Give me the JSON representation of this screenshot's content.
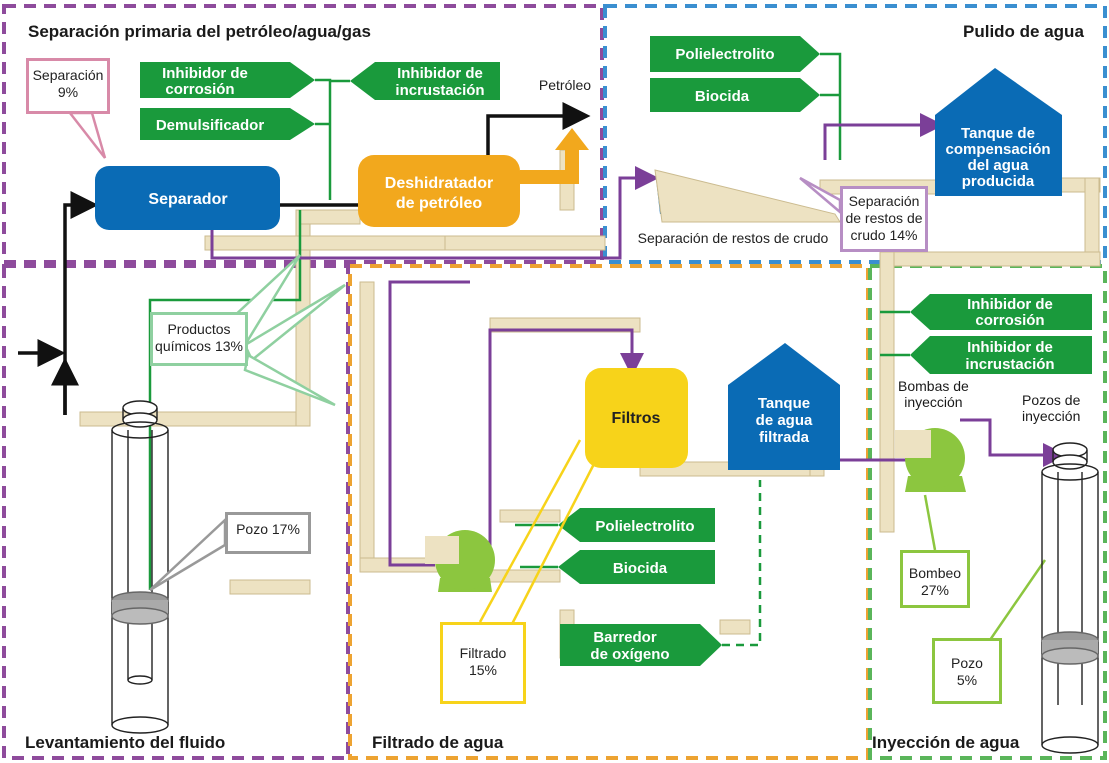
{
  "sections": {
    "primary": "Separación primaria del petróleo/agua/gas",
    "polish": "Pulido de agua",
    "lift": "Levantamiento del fluido",
    "filtering": "Filtrado de agua",
    "injection": "Inyección de agua"
  },
  "chemicals": {
    "corrosion_top": [
      "Inhibidor de",
      "corrosión"
    ],
    "scale_top": [
      "Inhibidor de",
      "incrustación"
    ],
    "demulsifier": "Demulsificador",
    "polyelectrolyte_top": "Polielectrolito",
    "biocide_top": "Biocida",
    "polyelectrolyte_mid": "Polielectrolito",
    "biocide_mid": "Biocida",
    "oxygen_scavenger": [
      "Barredor",
      "de oxígeno"
    ],
    "corrosion_right": [
      "Inhibidor de",
      "corrosión"
    ],
    "scale_right": [
      "Inhibidor de",
      "incrustación"
    ]
  },
  "equipment": {
    "separator": "Separador",
    "dehydrator": [
      "Deshidratador",
      "de petróleo"
    ],
    "compensation_tank": [
      "Tanque de",
      "compensación",
      "del agua",
      "producida"
    ],
    "filters": "Filtros",
    "filtered_tank": [
      "Tanque",
      "de agua",
      "filtrada"
    ],
    "crude_separation": "Separación de restos de crudo",
    "petroleum": "Petróleo",
    "injection_pumps": [
      "Bombas de",
      "inyección"
    ],
    "injection_wells": [
      "Pozos de",
      "inyección"
    ]
  },
  "callouts": {
    "separation": [
      "Separación",
      "9%"
    ],
    "chemicals": [
      "Productos",
      "químicos 13%"
    ],
    "well": "Pozo 17%",
    "crude_residue": [
      "Separación",
      "de restos de",
      "crudo 14%"
    ],
    "filtered": [
      "Filtrado",
      "15%"
    ],
    "pumping": [
      "Bombeo",
      "27%"
    ],
    "injection_well": [
      "Pozo",
      "5%"
    ]
  },
  "colors": {
    "green": "#1a9a3c",
    "blue": "#0a6bb5",
    "orange": "#f2a81d",
    "yellow": "#f7d31a",
    "pump_green": "#8cc63f",
    "pipe": "#ede2c2",
    "purple": "#7b3f98",
    "border_purple": "#8e4b9c",
    "border_blue": "#3a8fd0",
    "border_orange": "#eda332",
    "border_green": "#5ab55a",
    "pink": "#d88aa8"
  }
}
